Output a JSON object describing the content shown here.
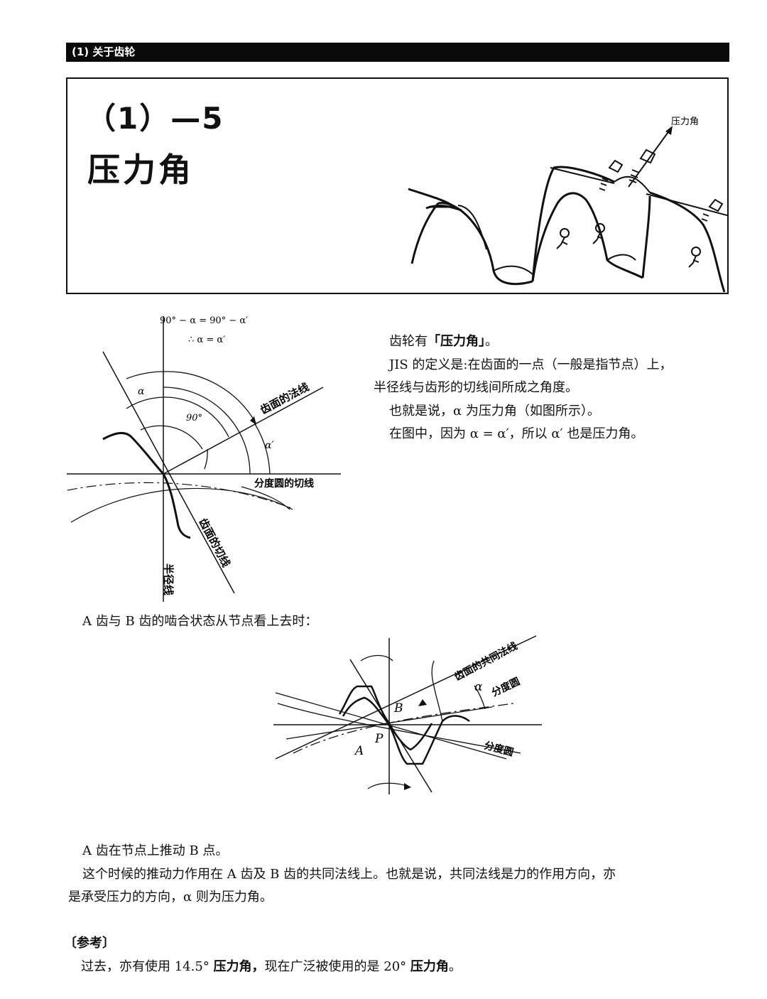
{
  "header": {
    "section": "(1) 关于齿轮"
  },
  "title_box": {
    "number": "（1）—5",
    "title": "压力角",
    "illustration_label": "压力角"
  },
  "figure1": {
    "equation_1": "90° − α = 90° − α′",
    "equation_2": "∴ α = α′",
    "label_alpha": "α",
    "label_90": "90°",
    "label_alpha_prime": "α′",
    "label_tooth_normal": "齿面的法线",
    "label_pitch_tangent": "分度圆的切线",
    "label_tooth_tangent": "齿面的切线",
    "label_radius": "半径线"
  },
  "intro": {
    "line1_prefix": "齿轮有",
    "line1_bold": "「压力角」",
    "line1_suffix": "。",
    "line2": "JIS 的定义是:在齿面的一点（一般是指节点）上，",
    "line3": "半径线与齿形的切线间所成之角度。",
    "line4": "也就是说，α 为压力角（如图所示）。",
    "line5": "在图中，因为 α = α′，所以 α′ 也是压力角。"
  },
  "figure2": {
    "caption": "A 齿与 B 齿的啮合状态从节点看上去时：",
    "label_common_normal": "齿面的共同法线",
    "label_pitch_circle_1": "分度圆",
    "label_pitch_circle_2": "分度圆",
    "label_alpha": "α",
    "label_A": "A",
    "label_B": "B",
    "label_P": "P"
  },
  "body": {
    "line1": "A 齿在节点上推动 B 点。",
    "line2": "这个时候的推动力作用在 A 齿及 B 齿的共同法线上。也就是说，共同法线是力的作用方向，亦",
    "line3": "是承受压力的方向，α 则为压力角。"
  },
  "reference": {
    "heading": "〔参考〕",
    "line_prefix": "过去，亦有使用 14.5°",
    "line_bold1": "压力角，",
    "line_middle": "现在广泛被使用的是 20°",
    "line_bold2": "压力角",
    "line_suffix": "。"
  }
}
